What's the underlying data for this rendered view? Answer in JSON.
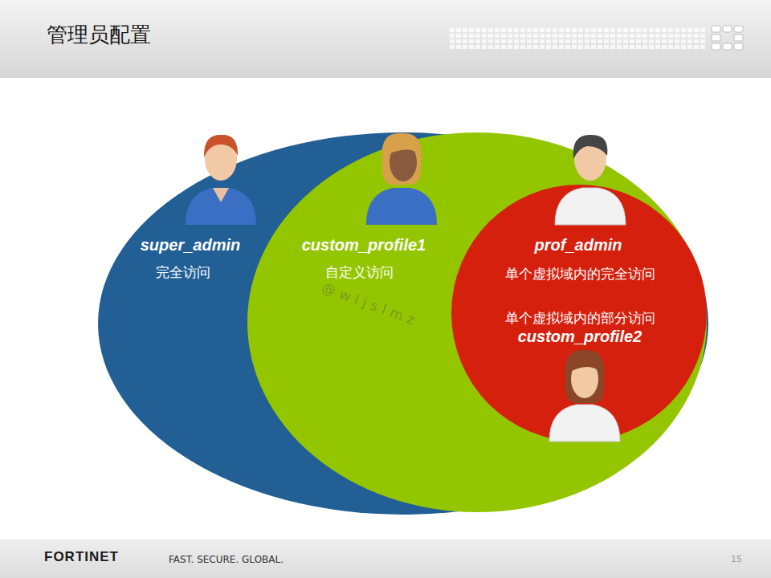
{
  "diagram": {
    "title": "管理员配置",
    "nodes": [
      {
        "text": [
          "super_admin",
          "完全访问"
        ]
      },
      {
        "text": [
          "custom_profile1",
          "自定义访问"
        ],
        "in": 0
      },
      {
        "text": [
          "prof_admin",
          "单个虚拟域内的完全访问",
          "单个虚拟域内的部分访问",
          "custom_profile2"
        ],
        "in": 1
      }
    ],
    "labels": [
      "@wljslmz",
      "FORTINET",
      "FAST. SECURE. GLOBAL.",
      "15"
    ]
  }
}
